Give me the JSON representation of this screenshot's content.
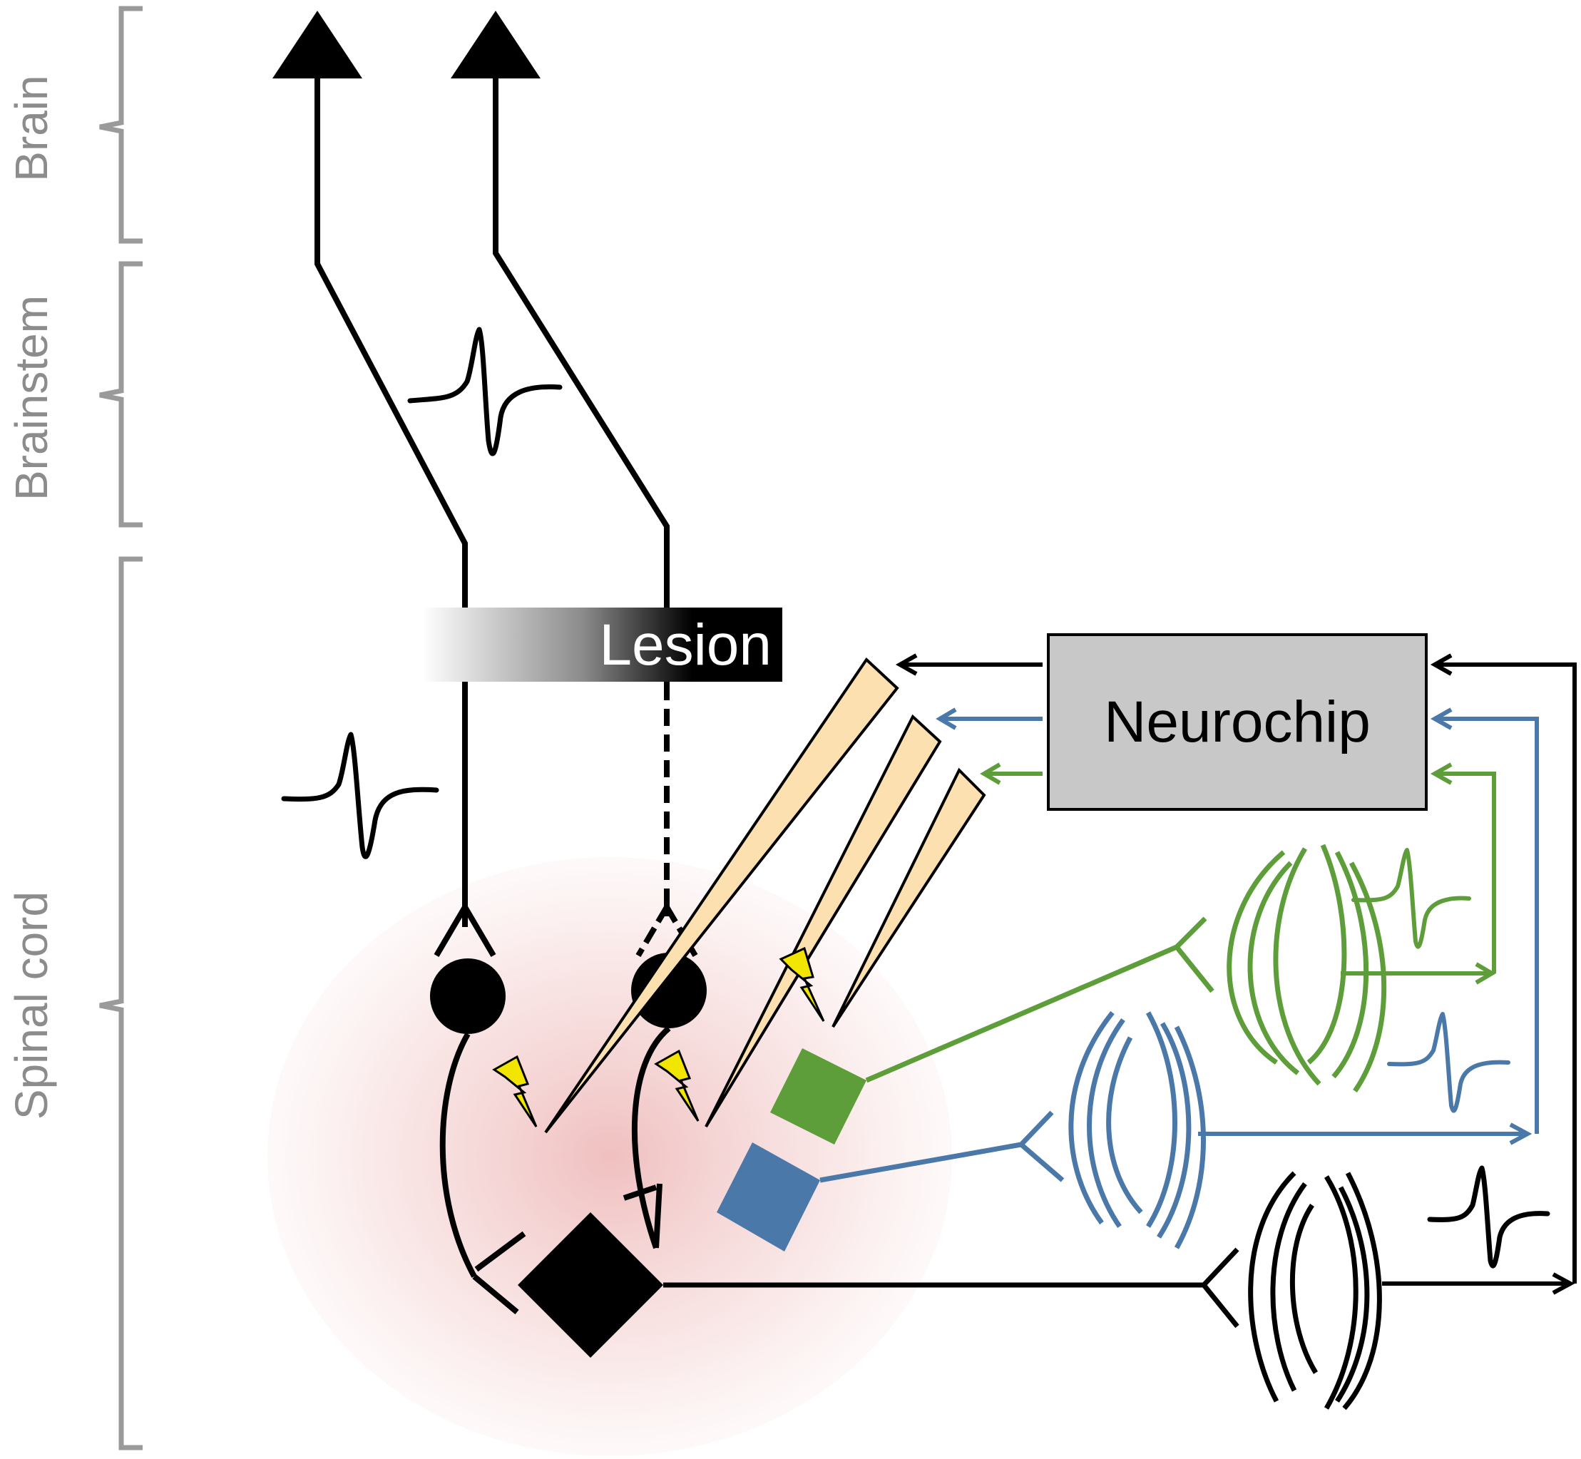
{
  "regions": {
    "brain": "Brain",
    "brainstem": "Brainstem",
    "spinal_cord": "Spinal cord"
  },
  "lesion": {
    "label": "Lesion"
  },
  "neurochip": {
    "label": "Neurochip"
  },
  "colors": {
    "black_channel": "#000000",
    "blue_channel": "#4a78a8",
    "green_channel": "#5e9e3a",
    "electrode": "#fde0b0",
    "stimulus": "#f2e600",
    "chip_fill": "#c8c8c8",
    "bracket": "#9a9a9a",
    "spinal_glow": "#f2c4c4"
  }
}
